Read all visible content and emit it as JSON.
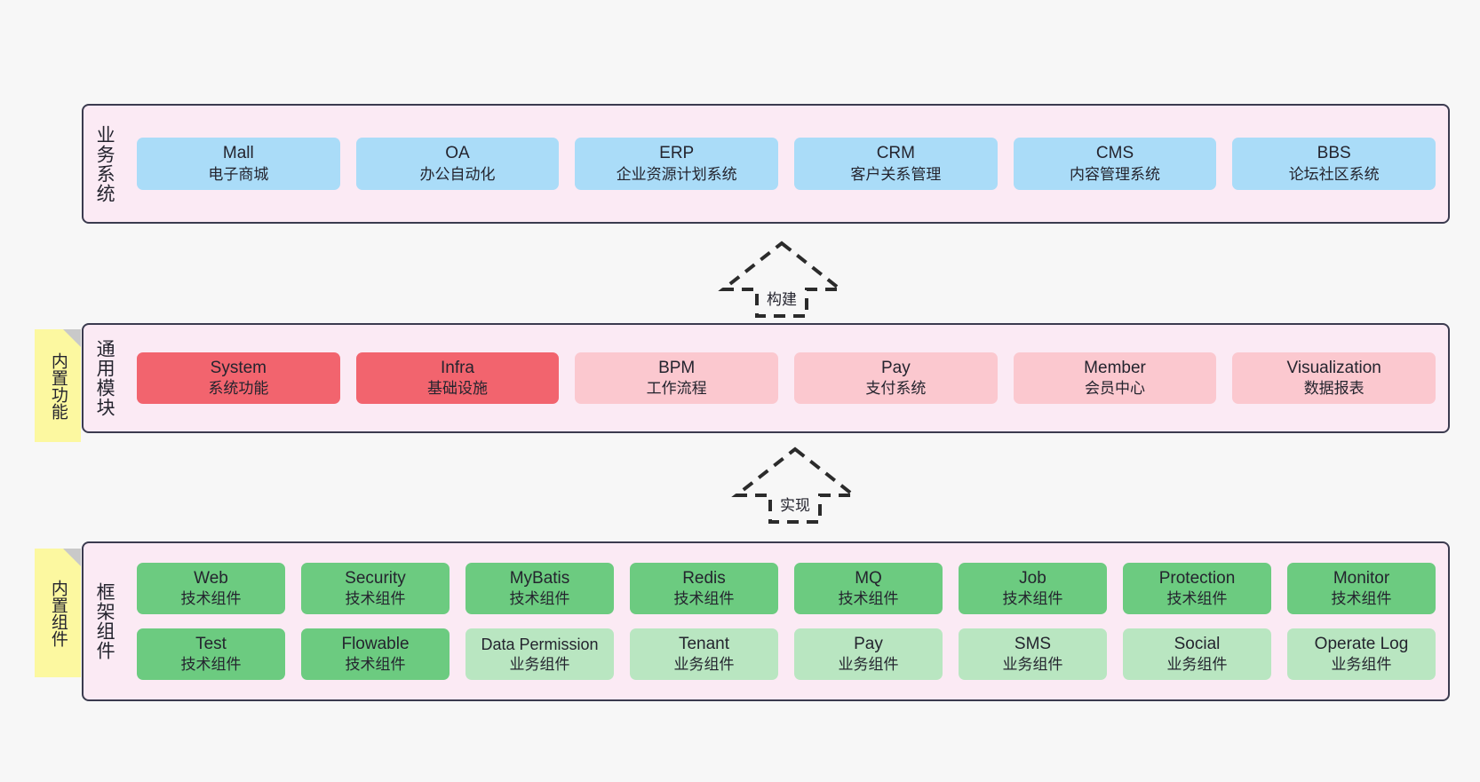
{
  "layers": [
    {
      "id": "business",
      "title": "业务系统",
      "rows": [
        {
          "cards": [
            {
              "name": "Mall",
              "sub": "电子商城",
              "color": "blue"
            },
            {
              "name": "OA",
              "sub": "办公自动化",
              "color": "blue"
            },
            {
              "name": "ERP",
              "sub": "企业资源计划系统",
              "color": "blue"
            },
            {
              "name": "CRM",
              "sub": "客户关系管理",
              "color": "blue"
            },
            {
              "name": "CMS",
              "sub": "内容管理系统",
              "color": "blue"
            },
            {
              "name": "BBS",
              "sub": "论坛社区系统",
              "color": "blue"
            }
          ]
        }
      ]
    },
    {
      "id": "common",
      "title": "通用模块",
      "note": "内置功能",
      "rows": [
        {
          "cards": [
            {
              "name": "System",
              "sub": "系统功能",
              "color": "red"
            },
            {
              "name": "Infra",
              "sub": "基础设施",
              "color": "red"
            },
            {
              "name": "BPM",
              "sub": "工作流程",
              "color": "pink"
            },
            {
              "name": "Pay",
              "sub": "支付系统",
              "color": "pink"
            },
            {
              "name": "Member",
              "sub": "会员中心",
              "color": "pink"
            },
            {
              "name": "Visualization",
              "sub": "数据报表",
              "color": "pink"
            }
          ]
        }
      ]
    },
    {
      "id": "framework",
      "title": "框架组件",
      "note": "内置组件",
      "rows": [
        {
          "cards": [
            {
              "name": "Web",
              "sub": "技术组件",
              "color": "green"
            },
            {
              "name": "Security",
              "sub": "技术组件",
              "color": "green"
            },
            {
              "name": "MyBatis",
              "sub": "技术组件",
              "color": "green"
            },
            {
              "name": "Redis",
              "sub": "技术组件",
              "color": "green"
            },
            {
              "name": "MQ",
              "sub": "技术组件",
              "color": "green"
            },
            {
              "name": "Job",
              "sub": "技术组件",
              "color": "green"
            },
            {
              "name": "Protection",
              "sub": "技术组件",
              "color": "green"
            },
            {
              "name": "Monitor",
              "sub": "技术组件",
              "color": "green"
            }
          ]
        },
        {
          "cards": [
            {
              "name": "Test",
              "sub": "技术组件",
              "color": "green"
            },
            {
              "name": "Flowable",
              "sub": "技术组件",
              "color": "green"
            },
            {
              "name": "Data Permission",
              "sub": "业务组件",
              "color": "lightgreen"
            },
            {
              "name": "Tenant",
              "sub": "业务组件",
              "color": "lightgreen"
            },
            {
              "name": "Pay",
              "sub": "业务组件",
              "color": "lightgreen"
            },
            {
              "name": "SMS",
              "sub": "业务组件",
              "color": "lightgreen"
            },
            {
              "name": "Social",
              "sub": "业务组件",
              "color": "lightgreen"
            },
            {
              "name": "Operate Log",
              "sub": "业务组件",
              "color": "lightgreen"
            }
          ]
        }
      ]
    }
  ],
  "connectors": [
    {
      "id": "build",
      "label": "构建"
    },
    {
      "id": "implement",
      "label": "实现"
    }
  ],
  "colors": {
    "panel_bg": "#fbeaf4",
    "panel_border": "#3b3b4f",
    "blue": "#aadcf8",
    "red": "#f2646e",
    "pink": "#fbc8cf",
    "green": "#6ccb80",
    "lightgreen": "#b9e6c1",
    "note_bg": "#fcf8a0",
    "note_fold": "#c9c9c9",
    "canvas_bg": "#f7f7f7"
  }
}
